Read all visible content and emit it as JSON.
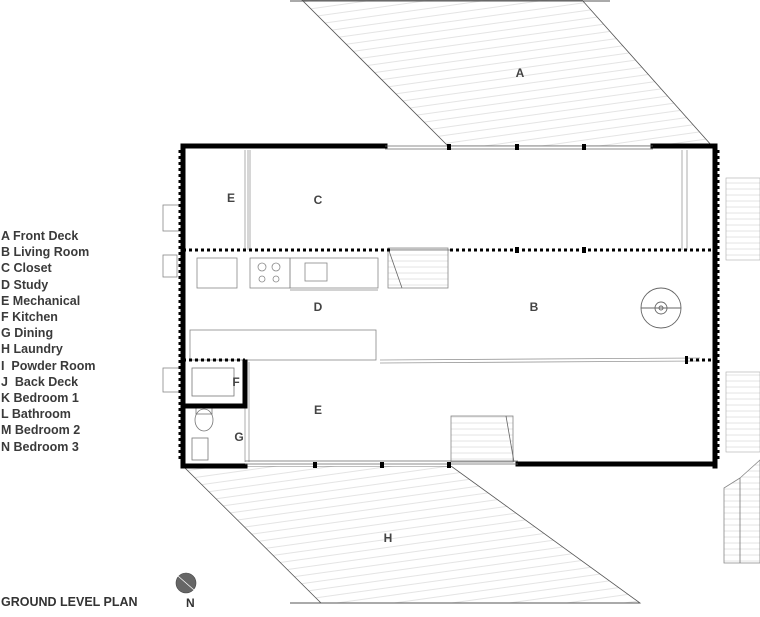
{
  "legend": [
    "A Front Deck",
    "B Living Room",
    "C Closet",
    "D Study",
    "E Mechanical",
    "F Kitchen",
    "G Dining",
    "H Laundry",
    "I  Powder Room",
    "J  Back Deck",
    "K Bedroom 1",
    "L Bathroom",
    "M Bedroom 2",
    "N Bedroom 3"
  ],
  "plan_labels": {
    "deck_front": "A",
    "living": "B",
    "closet": "C",
    "study": "D",
    "mech_upper": "E",
    "mech_lower": "E",
    "kitchen": "F",
    "dining": "G",
    "deck_back": "H"
  },
  "title": "GROUND LEVEL PLAN",
  "north": "N",
  "colors": {
    "walls": "#000000",
    "lines": "#888888",
    "text": "#3a3a3a"
  }
}
